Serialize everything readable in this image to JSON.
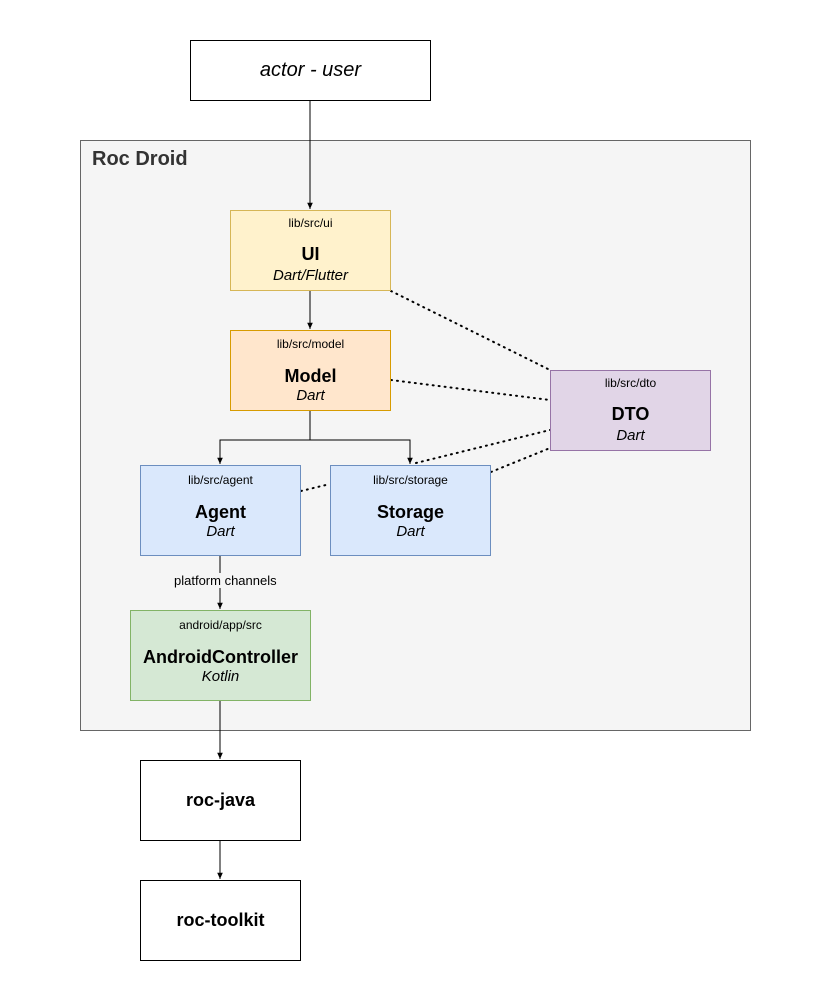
{
  "actor": {
    "label": "actor - user"
  },
  "group": {
    "title": "Roc Droid"
  },
  "nodes": {
    "ui": {
      "path": "lib/src/ui",
      "name": "UI",
      "lang": "Dart/Flutter"
    },
    "model": {
      "path": "lib/src/model",
      "name": "Model",
      "lang": "Dart"
    },
    "dto": {
      "path": "lib/src/dto",
      "name": "DTO",
      "lang": "Dart"
    },
    "agent": {
      "path": "lib/src/agent",
      "name": "Agent",
      "lang": "Dart"
    },
    "storage": {
      "path": "lib/src/storage",
      "name": "Storage",
      "lang": "Dart"
    },
    "android": {
      "path": "android/app/src",
      "name": "AndroidController",
      "lang": "Kotlin"
    },
    "roc_java": {
      "name": "roc-java"
    },
    "roc_toolkit": {
      "name": "roc-toolkit"
    }
  },
  "edge_labels": {
    "platform_channels": "platform channels"
  },
  "colors": {
    "ui_fill": "#fff2cc",
    "ui_stroke": "#d6b656",
    "model_fill": "#ffe6cc",
    "model_stroke": "#d79b00",
    "dto_fill": "#e1d5e7",
    "dto_stroke": "#9673a6",
    "dart_fill": "#dae8fc",
    "dart_stroke": "#6c8ebf",
    "kotlin_fill": "#d5e8d4",
    "kotlin_stroke": "#82b366",
    "group_fill": "#f5f5f5",
    "group_stroke": "#666666"
  }
}
